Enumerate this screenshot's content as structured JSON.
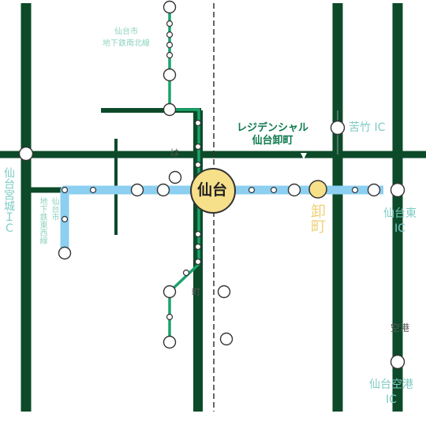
{
  "map": {
    "colors": {
      "highway": "#0c4a2a",
      "subway_nanboku": "#1aa36b",
      "subway_tozai": "#8ccff0",
      "station_sendai": "#f7e08a",
      "station_oroshimachi": "#f7e08a",
      "label_teal": "#7ecbc4",
      "label_green": "#0f7a4f",
      "dashed_line": "#333333"
    },
    "labels": {
      "nanboku_line": "仙台市\n地下鉄南北線",
      "tozai_line": "仙台市\n地下鉄東西線",
      "residential": "レジデンシャル\n仙台卸町",
      "nigatake_ic": "苦竹 IC",
      "sendai_station": "仙台",
      "oroshimachi": "卸町",
      "sendai_higashi_ic": "仙台東\nIC",
      "sendai_miyagi_ic": "仙台宮城ＩＣ",
      "sendai_airport_ic": "仙台空港\nIC",
      "fragment_ha": "は",
      "fragment_machi": "町",
      "fragment_kuuko": "空港"
    }
  }
}
